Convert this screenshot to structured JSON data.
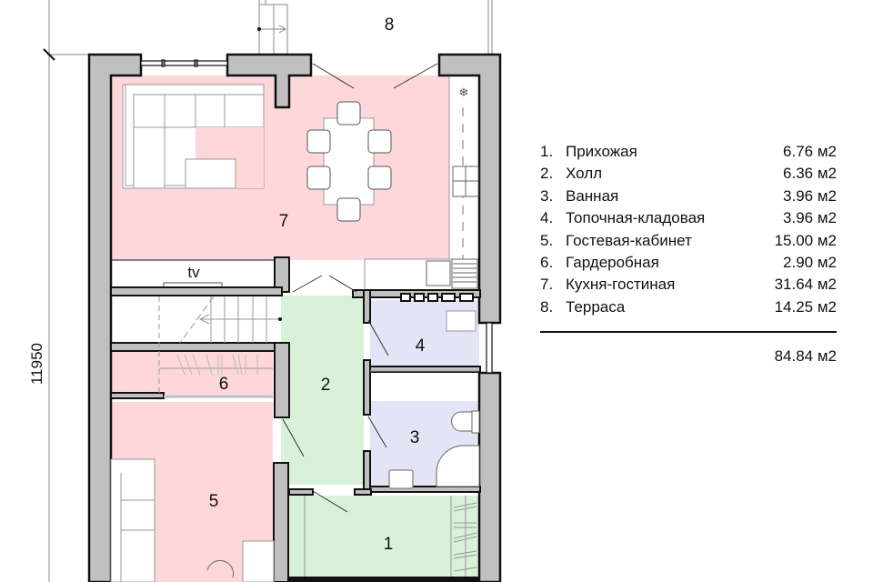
{
  "plan": {
    "dimension_label": "11950",
    "tv_label": "tv",
    "rooms": [
      {
        "number": "1",
        "name": "Прихожая",
        "area": "6.76",
        "unit": "м2"
      },
      {
        "number": "2",
        "name": "Холл",
        "area": "6.36",
        "unit": "м2"
      },
      {
        "number": "3",
        "name": "Ванная",
        "area": "3.96",
        "unit": "м2"
      },
      {
        "number": "4",
        "name": "Топочная-кладовая",
        "area": "3.96",
        "unit": "м2"
      },
      {
        "number": "5",
        "name": "Гостевая-кабинет",
        "area": "15.00",
        "unit": "м2"
      },
      {
        "number": "6",
        "name": "Гардеробная",
        "area": "2.90",
        "unit": "м2"
      },
      {
        "number": "7",
        "name": "Кухня-гостиная",
        "area": "31.64",
        "unit": "м2"
      },
      {
        "number": "8",
        "name": "Терраса",
        "area": "14.25",
        "unit": "м2"
      }
    ],
    "colors": {
      "living_pink": "#fdd7da",
      "hall_green": "#d9f0d9",
      "utility_lavender": "#e4e4f7",
      "wall_gray": "#c0c0c0",
      "wall_outline": "#111111"
    }
  },
  "legend": {
    "items": [
      {
        "num": "1.",
        "name": "Прихожая",
        "area": "6.76 м2"
      },
      {
        "num": "2.",
        "name": "Холл",
        "area": "6.36 м2"
      },
      {
        "num": "3.",
        "name": "Ванная",
        "area": "3.96 м2"
      },
      {
        "num": "4.",
        "name": "Топочная-кладовая",
        "area": "3.96 м2"
      },
      {
        "num": "5.",
        "name": "Гостевая-кабинет",
        "area": "15.00 м2"
      },
      {
        "num": "6.",
        "name": "Гардеробная",
        "area": "2.90 м2"
      },
      {
        "num": "7.",
        "name": "Кухня-гостиная",
        "area": "31.64 м2"
      },
      {
        "num": "8.",
        "name": "Терраса",
        "area": "14.25 м2"
      }
    ],
    "total": "84.84 м2"
  }
}
